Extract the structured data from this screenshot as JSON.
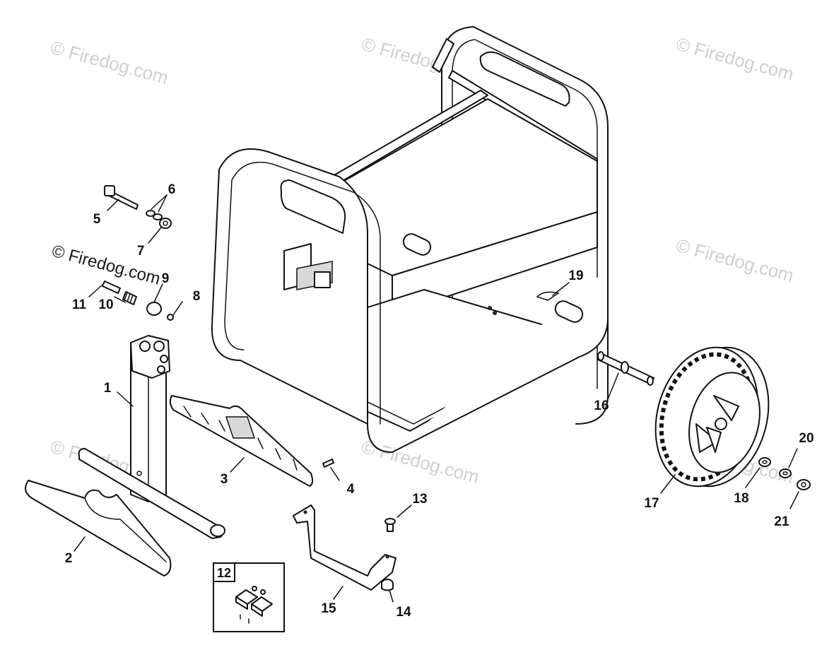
{
  "watermarks": [
    "© Firedog.com",
    "© Firedog.com",
    "© Firedog.com",
    "© Firedog.com",
    "© Firedog.com",
    "© Firedog.com",
    "© Firedog.com",
    "© Firedog.com",
    "© Firedog.com"
  ],
  "callouts": {
    "p1": "1",
    "p2": "2",
    "p3": "3",
    "p4": "4",
    "p5": "5",
    "p6": "6",
    "p7": "7",
    "p8": "8",
    "p9": "9",
    "p10": "10",
    "p11": "11",
    "p12": "12",
    "p13": "13",
    "p14": "14",
    "p15": "15",
    "p16": "16",
    "p17": "17",
    "p18": "18",
    "p19": "19",
    "p20": "20",
    "p21": "21"
  }
}
